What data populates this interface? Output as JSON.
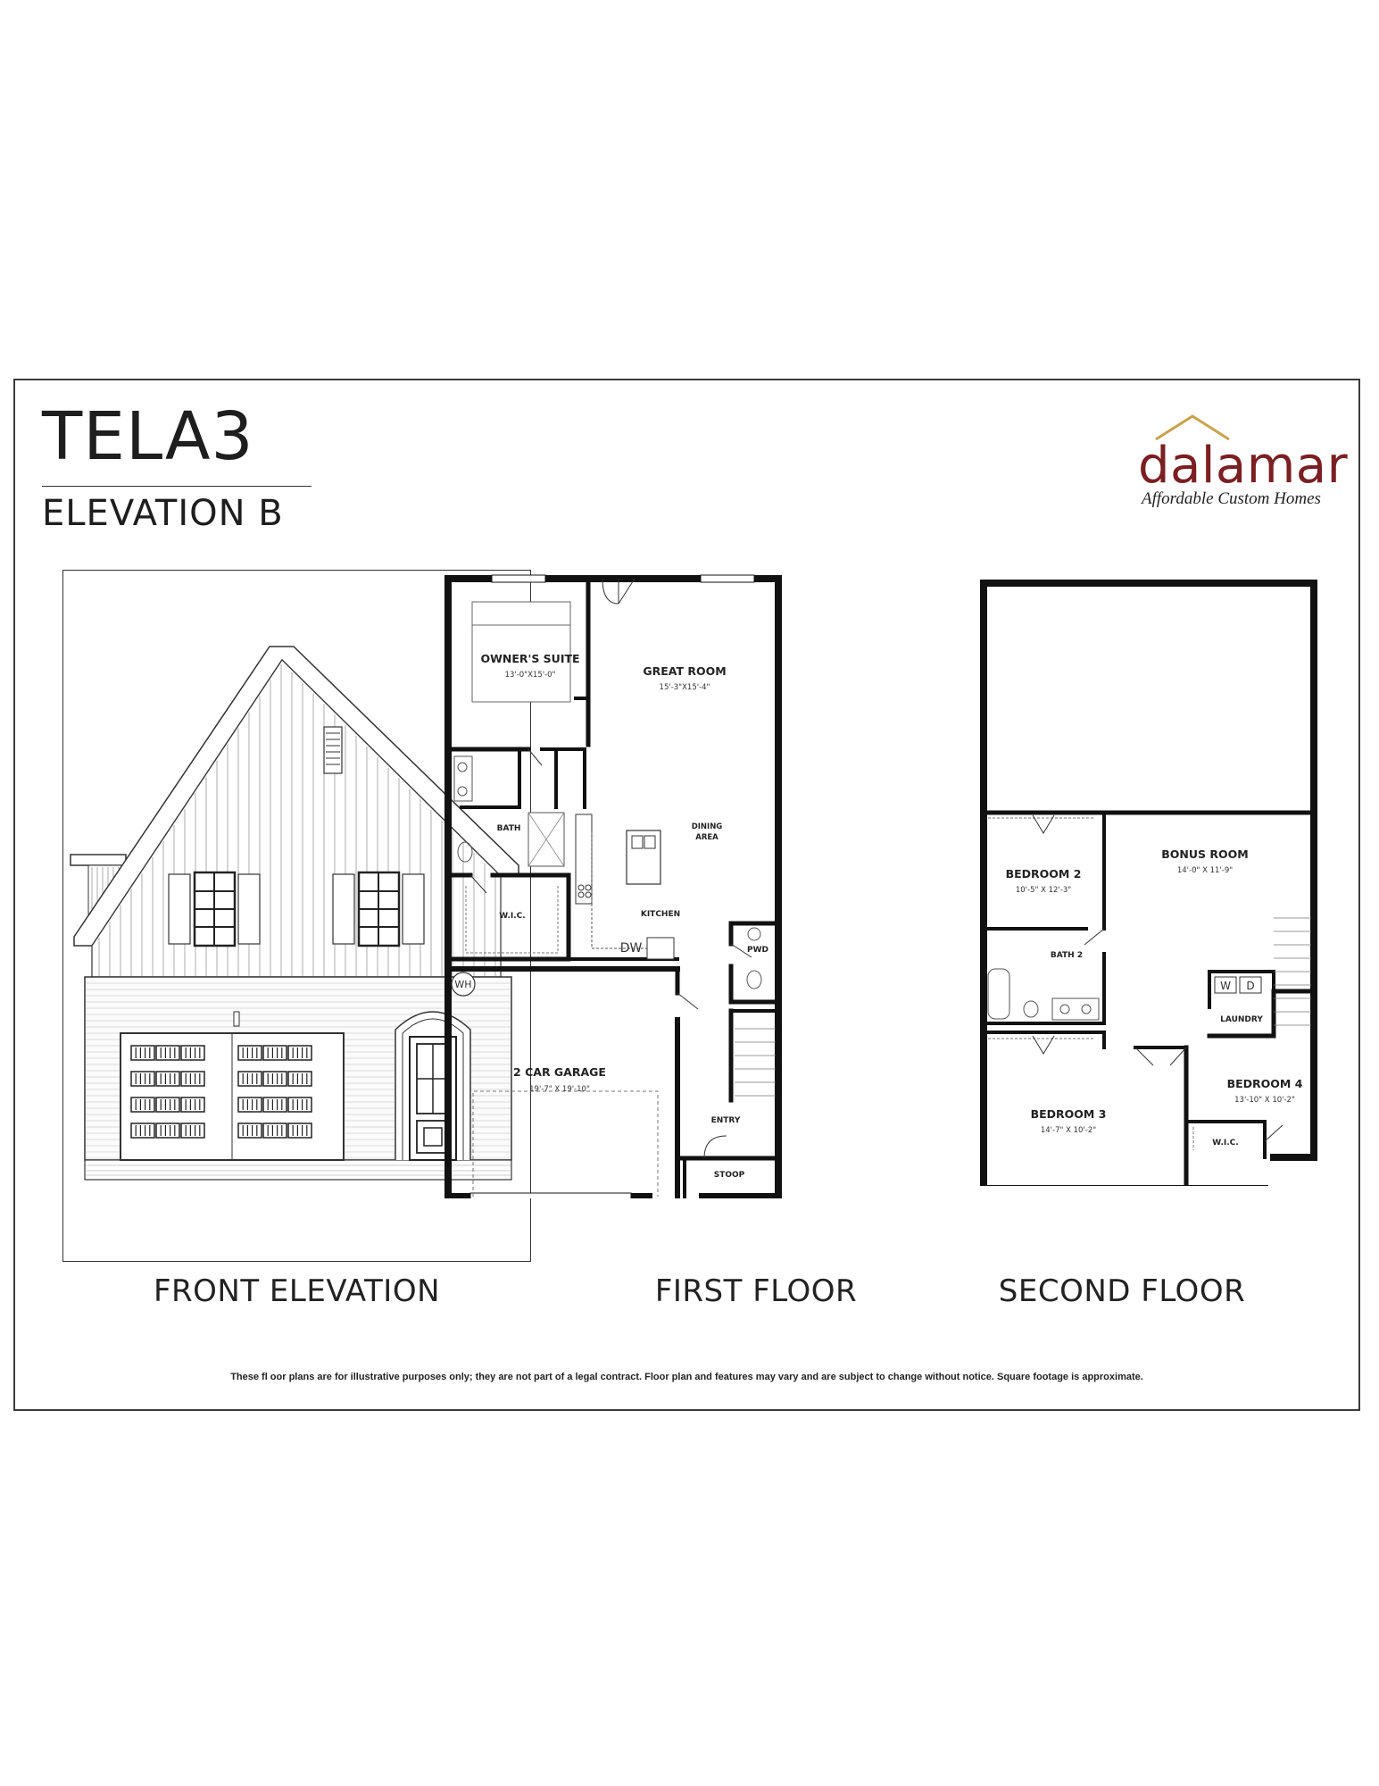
{
  "header": {
    "title": "TELA3",
    "subtitle": "ELEVATION B"
  },
  "logo": {
    "name": "dalamar",
    "tagline": "Affordable Custom Homes",
    "brand_color": "#7a1f22"
  },
  "captions": {
    "front": "FRONT ELEVATION",
    "first": "FIRST FLOOR",
    "second": "SECOND FLOOR"
  },
  "first_floor": {
    "owners_suite": "OWNER'S SUITE",
    "owners_suite_dim": "13'-0\"X15'-0\"",
    "great_room": "GREAT ROOM",
    "great_room_dim": "15'-3\"X15'-4\"",
    "bath": "BATH",
    "dining": "DINING",
    "dining2": "AREA",
    "wic": "W.I.C.",
    "kitchen": "KITCHEN",
    "dw": "DW",
    "pwd": "PWD",
    "wh": "WH",
    "garage": "2 CAR GARAGE",
    "garage_dim": "19'-7\" X 19'-10\"",
    "entry": "ENTRY",
    "stoop": "STOOP"
  },
  "second_floor": {
    "bedroom2": "BEDROOM 2",
    "bedroom2_dim": "10'-5\" X 12'-3\"",
    "bonus": "BONUS ROOM",
    "bonus_dim": "14'-0\" X 11'-9\"",
    "bath2": "BATH 2",
    "w": "W",
    "d": "D",
    "laundry": "LAUNDRY",
    "bedroom4": "BEDROOM 4",
    "bedroom4_dim": "13'-10\" X 10'-2\"",
    "bedroom3": "BEDROOM 3",
    "bedroom3_dim": "14'-7\" X 10'-2\"",
    "wic": "W.I.C."
  },
  "disclaimer": "These fl oor plans are for illustrative purposes only; they are not part of a legal contract. Floor plan and features may vary and are subject to change without notice. Square footage is approximate."
}
